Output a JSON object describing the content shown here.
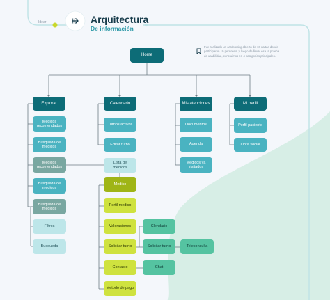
{
  "header": {
    "stage_label": "Idear",
    "title": "Arquitectura",
    "subtitle": "De información",
    "note": "Fue realizado un cardsorting abierto de 10 cartas donde participaron 10 personas, y luego de llevar esa la prueba de usabilidad, concluimos en 4 categorías principales."
  },
  "icons": {
    "stage_icon": "flow-arrow-icon",
    "note_icon": "bookmark-icon"
  },
  "colors": {
    "primary": "#0d6c77",
    "teal": "#4ab3c1",
    "gray": "#79a7a1",
    "pale": "#bde6e9",
    "olive": "#9fb516",
    "lime": "#cfe23f",
    "green": "#55c3a1",
    "accent_dot": "#c9d82b"
  },
  "tree": {
    "home": "Home",
    "explorar": {
      "label": "Explorar",
      "medicos_recomendados": "Medicos recomendados",
      "busqueda_de_medicos": "Busqueda de medicos",
      "medicos_recomendados_2": "Medicos recomendados",
      "busqueda_de_medicos_2": "Busqueda de medicos",
      "busqueda_de_medicos_3": "Busqueda de medicos",
      "filtros": "Filtros",
      "busqueda": "Busqueda"
    },
    "calendario": {
      "label": "Calendario",
      "turnos_activos": "Turnos activos",
      "editar_turno": "Editar turno",
      "lista_de_medicos": "Lista de medicos",
      "medico": "Medico",
      "perfil_medico": "Perfil medico",
      "valoraciones": "Valoraciones",
      "solicitar_turno": "Solicitar turno",
      "contacto": "Contacto",
      "metodo_de_pago": "Metodo de pago",
      "calendario_2": "Clendario",
      "solicitar_turno_2": "Solicitar turno",
      "teleconsulta": "Teleconsulta",
      "chat": "Chat"
    },
    "mis_atenciones": {
      "label": "Mis atenciones",
      "documentos": "Documentos",
      "agenda": "Agenda",
      "medicos_ya_visitados": "Medicos ya visitados"
    },
    "mi_perfil": {
      "label": "Mi perfil",
      "perfil_paciente": "Perfil paciente",
      "obra_social": "Obra social"
    }
  }
}
